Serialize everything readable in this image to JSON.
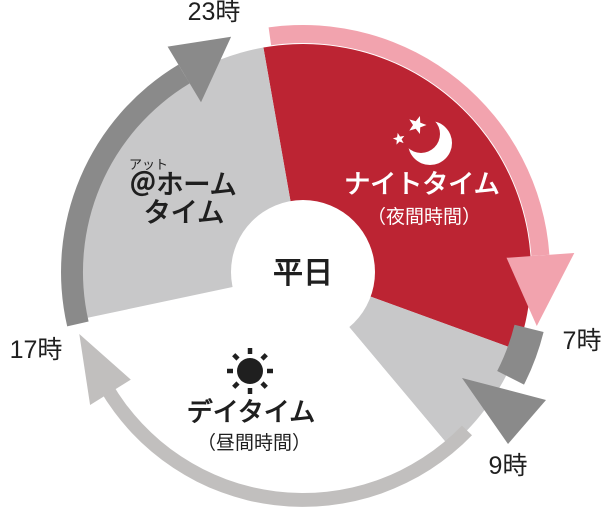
{
  "diagram": {
    "type": "daily-time-schedule-cycle",
    "center": {
      "label": "平日"
    },
    "segments": [
      {
        "name": "night-time",
        "label": "ナイトタイム",
        "sublabel": "（夜間時間）",
        "start_marker": "23時",
        "end_marker": "7時",
        "icon": "moon-stars-icon"
      },
      {
        "name": "at-home-time",
        "ruby": "アット",
        "label": "＠ホーム",
        "label2": "タイム",
        "start_marker": "17時",
        "end_marker": "23時",
        "icon": ""
      },
      {
        "name": "day-time",
        "label": "デイタイム",
        "sublabel": "（昼間時間）",
        "start_marker": "9時",
        "end_marker": "17時",
        "icon": "sun-icon"
      }
    ],
    "time_markers": [
      {
        "label": "23時",
        "position": "top"
      },
      {
        "label": "7時",
        "position": "right"
      },
      {
        "label": "9時",
        "position": "bottom-right"
      },
      {
        "label": "17時",
        "position": "left"
      }
    ],
    "colors": {
      "night_red": "#BC2433",
      "night_arrow_pink": "#F2A3AE",
      "segment_gray": "#C8C8C9",
      "arrow_dark_gray": "#8A8A8A",
      "arrow_light_gray": "#C1BFBE",
      "text_black": "#1F1F1F",
      "white": "#FFFFFF"
    }
  }
}
